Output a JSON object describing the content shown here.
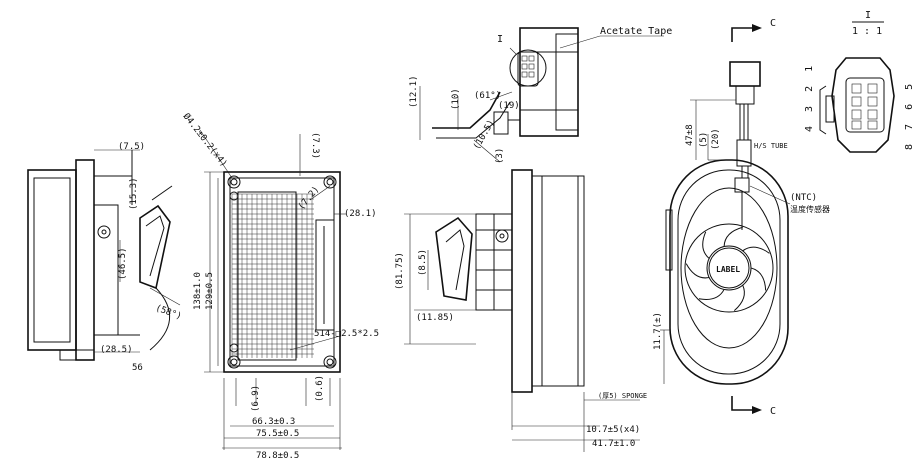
{
  "labels": {
    "acetate_tape": "Acetate Tape",
    "detail_ref": "I",
    "detail_title": "I",
    "detail_scale": "1 : 1",
    "section_top": "C",
    "section_bottom": "C",
    "ntc": "(NTC)",
    "temp_sensor": "温度传感器",
    "hs_tube": "H/S TUBE",
    "fan_label": "LABEL",
    "pins_top": "4 3 2 1",
    "pins_bottom": "8 7 6 5"
  },
  "dimensions": {
    "d_7_5": "(7.5)",
    "d_15_3": "(15.3)",
    "d_46_5": "(46.5)",
    "d_28_5": "(28.5)",
    "d_58": "(58°)",
    "d_56": "56",
    "d_holes": "Ø4.2±0.2(x4)",
    "d_7_3": "(7.3)",
    "d_7_2": "(7.2)",
    "d_28_1": "(28.1)",
    "d_138": "138±1.0",
    "d_129": "129±0.5",
    "d_slot": "514-□2.5*2.5",
    "d_6_9": "(6.9)",
    "d_0_6": "(0.6)",
    "d_66_3": "66.3±0.3",
    "d_75_5": "75.5±0.5",
    "d_78_8": "78.8±0.5",
    "d_81_75": "(81.75)",
    "d_11_85": "(11.85)",
    "d_8_5": "(8.5)",
    "d_10_7": "10.7±5(x4)",
    "d_41_7": "41.7±1.0",
    "d_sponge": "(厚5) SPONGE",
    "d_47_8": "47±8",
    "d_20": "(20)",
    "d_5": "(5)",
    "d_11_7": "11.7(±)",
    "d_12_1": "(12.1)",
    "d_10": "(10)",
    "d_19": "(19)",
    "d_3": "(3)",
    "d_10_5": "(10.5)",
    "d_61": "(61°)"
  }
}
